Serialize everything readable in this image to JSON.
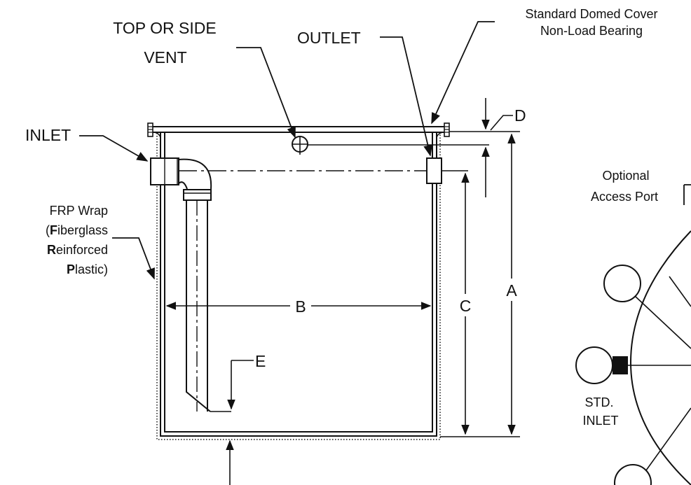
{
  "labels": {
    "top_side_vent_line1": "TOP OR SIDE",
    "top_side_vent_line2": "VENT",
    "outlet": "OUTLET",
    "cover_line1": "Standard Domed Cover",
    "cover_line2": "Non-Load Bearing",
    "inlet": "INLET",
    "frp_line1": "FRP Wrap",
    "frp_line2_bold": "F",
    "frp_line2_rest": "iberglass",
    "frp_line2_paren": "(",
    "frp_line3_bold": "R",
    "frp_line3_rest": "einforced",
    "frp_line4_bold": "P",
    "frp_line4_rest": "lastic)",
    "optional_line1": "Optional",
    "optional_line2": "Access Port",
    "std_inlet_line1": "STD.",
    "std_inlet_line2": "INLET"
  },
  "dimensions": {
    "a": "A",
    "b": "B",
    "c": "C",
    "d": "D",
    "e": "E"
  }
}
